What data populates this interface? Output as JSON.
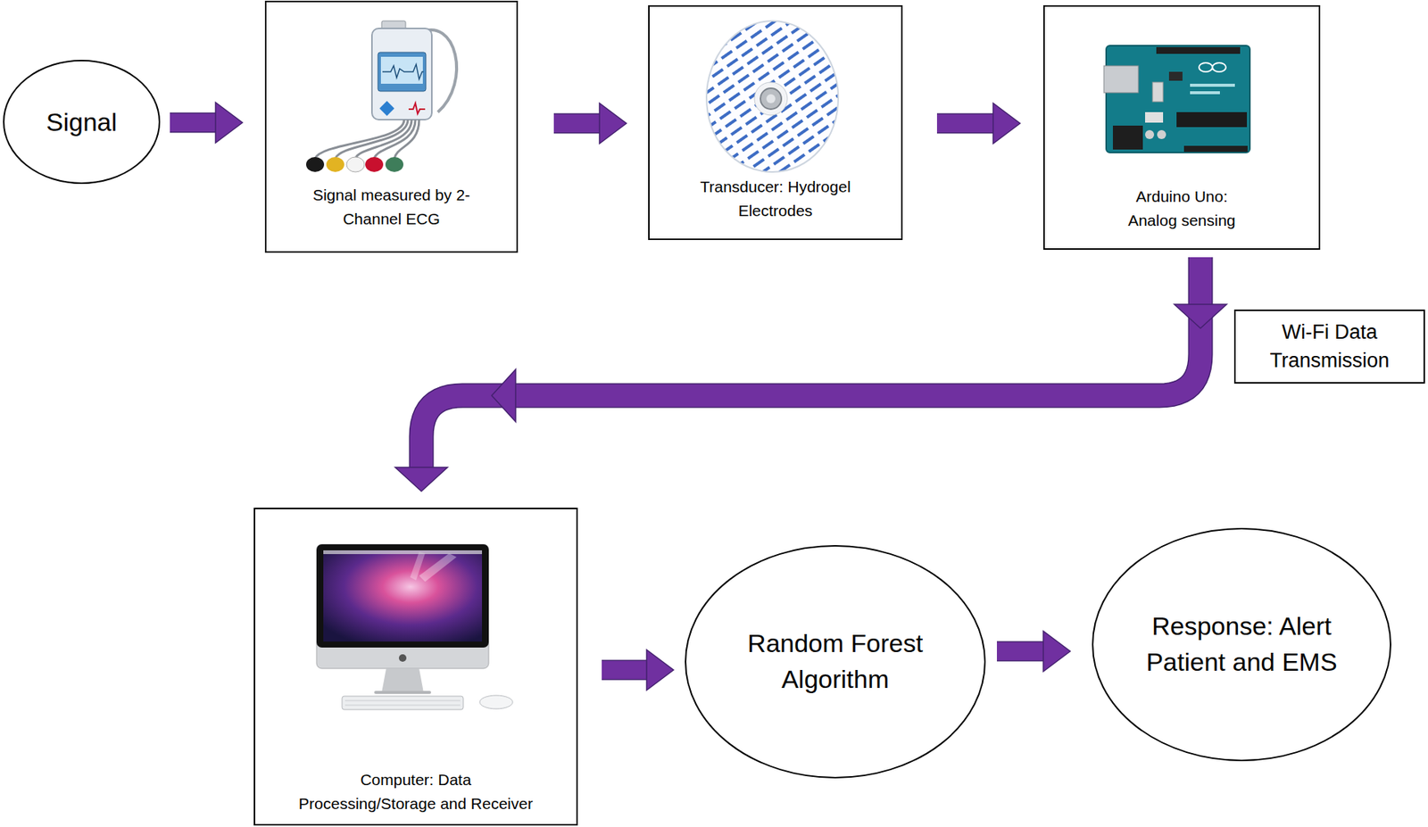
{
  "diagram": {
    "nodes": [
      {
        "text": [
          "Signal"
        ]
      },
      {
        "text": [
          "Signal measured by 2-Channel ECG"
        ]
      },
      {
        "text": [
          "Transducer: Hydrogel Electrodes"
        ]
      },
      {
        "text": [
          "Arduino Uno: Analog sensing"
        ]
      },
      {
        "text": [
          "Wi-Fi Data Transmission"
        ]
      },
      {
        "text": [
          "Computer: Data Processing/Storage and Receiver"
        ]
      },
      {
        "text": [
          "Random Forest Algorithm"
        ]
      },
      {
        "text": [
          "Response: Alert Patient and EMS"
        ]
      }
    ],
    "edges": [
      {
        "from": 0,
        "to": 1,
        "arrow": "to"
      },
      {
        "from": 1,
        "to": 2,
        "arrow": "to"
      },
      {
        "from": 2,
        "to": 3,
        "arrow": "to"
      },
      {
        "from": 3,
        "to": 5,
        "arrow": "to"
      },
      {
        "from": 5,
        "to": 6,
        "arrow": "to"
      },
      {
        "from": 6,
        "to": 7,
        "arrow": "to"
      }
    ]
  }
}
